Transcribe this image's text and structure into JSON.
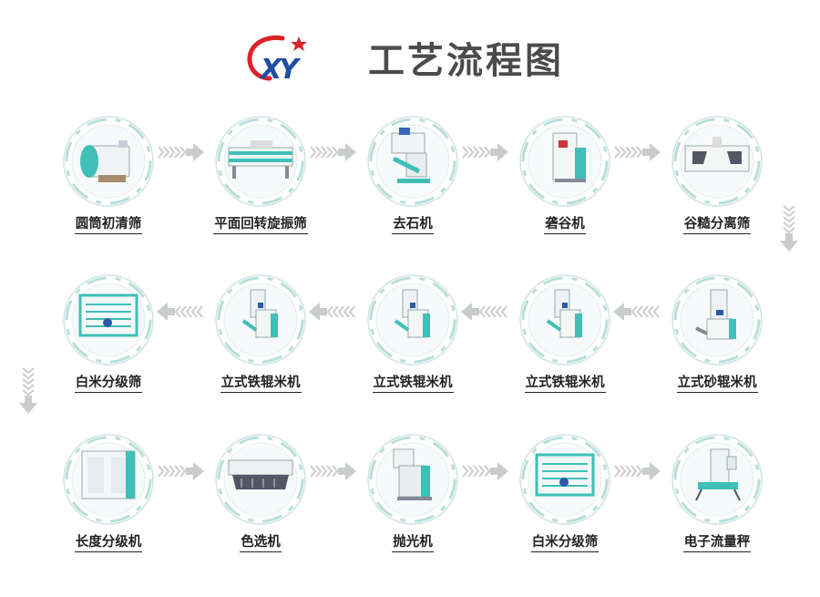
{
  "header": {
    "logo_text": "XY",
    "title": "工艺流程图"
  },
  "colors": {
    "teal": "#3fbfb8",
    "ring": "#cfe3e3",
    "ring_dash": "#b8dedb",
    "arrow": "#c9cccc",
    "logo_red": "#d9232a",
    "logo_blue": "#1f4fa3",
    "title": "#4b4b4b"
  },
  "flow": {
    "row1": [
      {
        "label": "圆筒初清筛",
        "icon": "drum-pre-cleaner-icon"
      },
      {
        "label": "平面回转旋振筛",
        "icon": "rotary-vibrating-sieve-icon"
      },
      {
        "label": "去石机",
        "icon": "destoner-icon"
      },
      {
        "label": "砻谷机",
        "icon": "husker-icon"
      },
      {
        "label": "谷糙分离筛",
        "icon": "paddy-separator-icon"
      }
    ],
    "row2": [
      {
        "label": "白米分级筛",
        "icon": "rice-grader-icon"
      },
      {
        "label": "立式铁辊米机",
        "icon": "vertical-iron-roller-whitener-icon"
      },
      {
        "label": "立式铁辊米机",
        "icon": "vertical-iron-roller-whitener-icon"
      },
      {
        "label": "立式铁辊米机",
        "icon": "vertical-iron-roller-whitener-icon"
      },
      {
        "label": "立式砂辊米机",
        "icon": "vertical-emery-roller-whitener-icon"
      }
    ],
    "row3": [
      {
        "label": "长度分级机",
        "icon": "length-grader-icon"
      },
      {
        "label": "色选机",
        "icon": "color-sorter-icon"
      },
      {
        "label": "抛光机",
        "icon": "polisher-icon"
      },
      {
        "label": "白米分级筛",
        "icon": "rice-grader-icon"
      },
      {
        "label": "电子流量秤",
        "icon": "electronic-flow-scale-icon"
      }
    ]
  }
}
